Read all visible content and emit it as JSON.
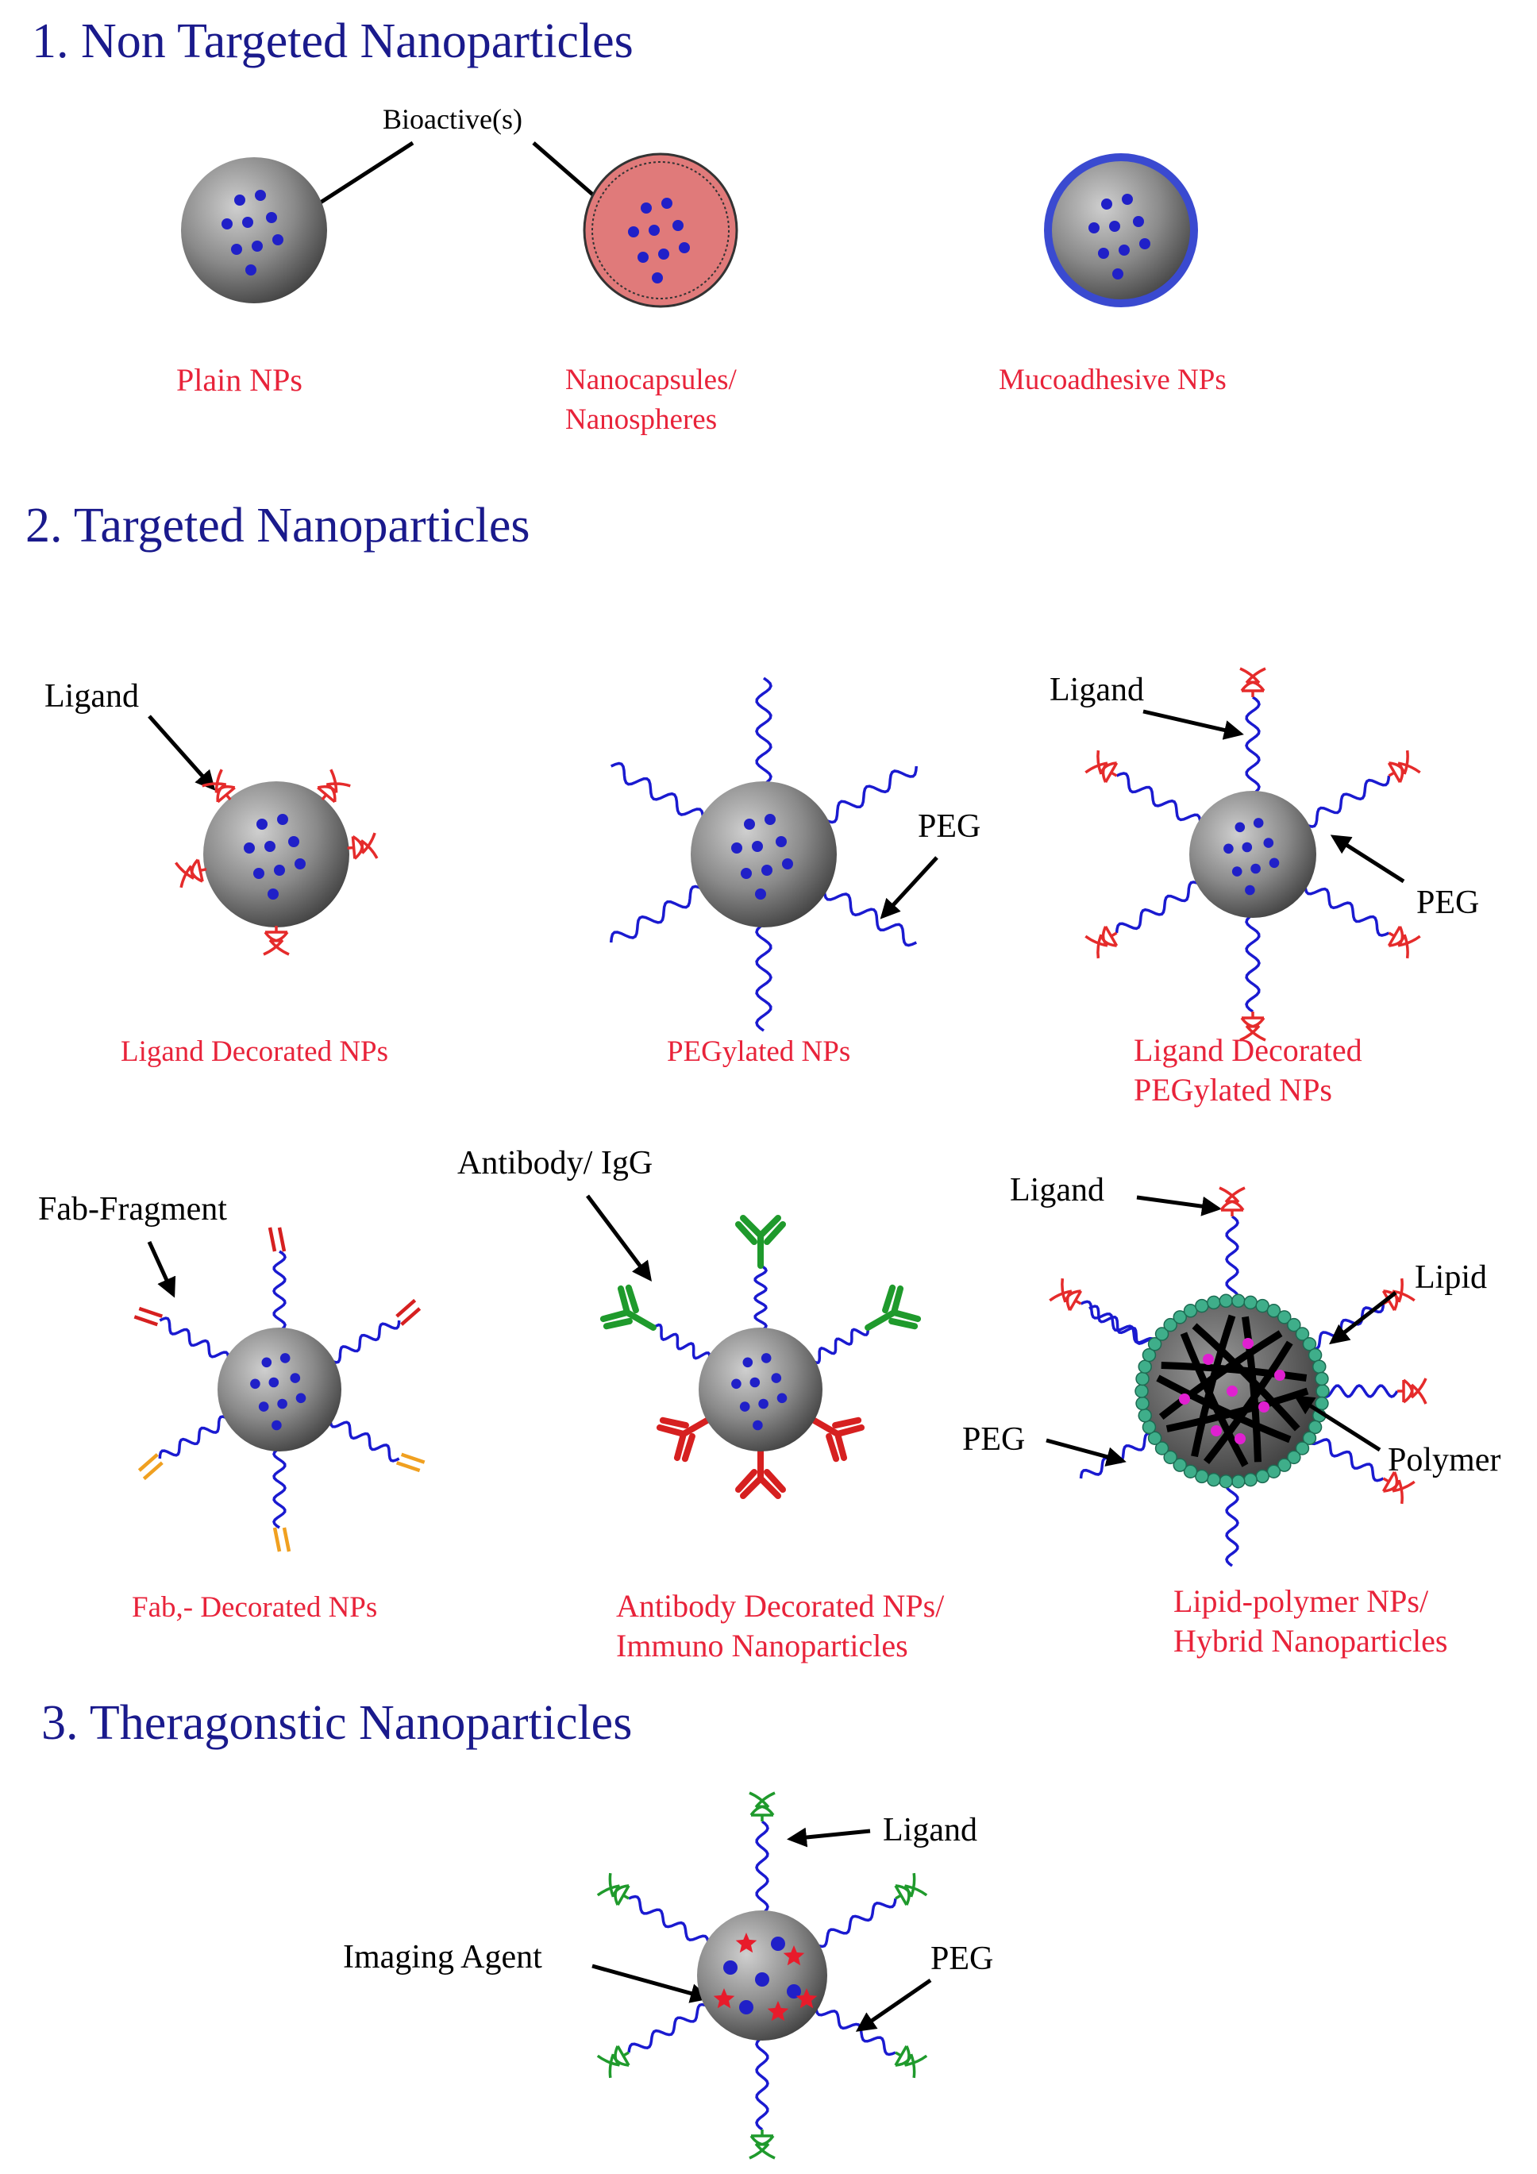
{
  "colors": {
    "title": "#1a1a8c",
    "caption": "#e8233a",
    "bioactive": "#2020c8",
    "peg": "#1a1ad0",
    "ligand_red": "#e52b2b",
    "ligand_green": "#1f9a2c",
    "fab_red": "#d62020",
    "fab_orange": "#f0a020",
    "antibody_green": "#1f9a2c",
    "antibody_red": "#d62020",
    "lipid": "#3fae8a",
    "polymer_dot": "#e020d0",
    "capsule": "#e07a7a",
    "mucoadhesive_ring": "#3a4ad0",
    "star": "#e81b2b"
  },
  "sections": {
    "non_targeted": {
      "title": "1. Non Targeted Nanoparticles",
      "bioactive_label": "Bioactive(s)",
      "plain_caption": "Plain NPs",
      "capsule_caption": [
        "Nanocapsules/",
        "Nanospheres"
      ],
      "mucoadhesive_caption": "Mucoadhesive NPs"
    },
    "targeted": {
      "title": "2. Targeted Nanoparticles",
      "ligand_decorated": {
        "label": "Ligand",
        "caption": "Ligand Decorated NPs"
      },
      "pegylated": {
        "label": "PEG",
        "caption": "PEGylated NPs"
      },
      "ligand_peg": {
        "ligand_label": "Ligand",
        "peg_label": "PEG",
        "caption": [
          "Ligand Decorated",
          "PEGylated NPs"
        ]
      },
      "fab": {
        "label": "Fab-Fragment",
        "caption": "Fab,- Decorated NPs"
      },
      "antibody": {
        "label": "Antibody/ IgG",
        "caption": [
          "Antibody Decorated NPs/",
          "Immuno Nanoparticles"
        ]
      },
      "hybrid": {
        "ligand_label": "Ligand",
        "lipid_label": "Lipid",
        "peg_label": "PEG",
        "polymer_label": "Polymer",
        "caption": [
          "Lipid-polymer NPs/",
          "Hybrid Nanoparticles"
        ]
      }
    },
    "theragnostic": {
      "title": "3. Theragonstic Nanoparticles",
      "ligand_label": "Ligand",
      "imaging_label": "Imaging Agent",
      "peg_label": "PEG"
    }
  }
}
